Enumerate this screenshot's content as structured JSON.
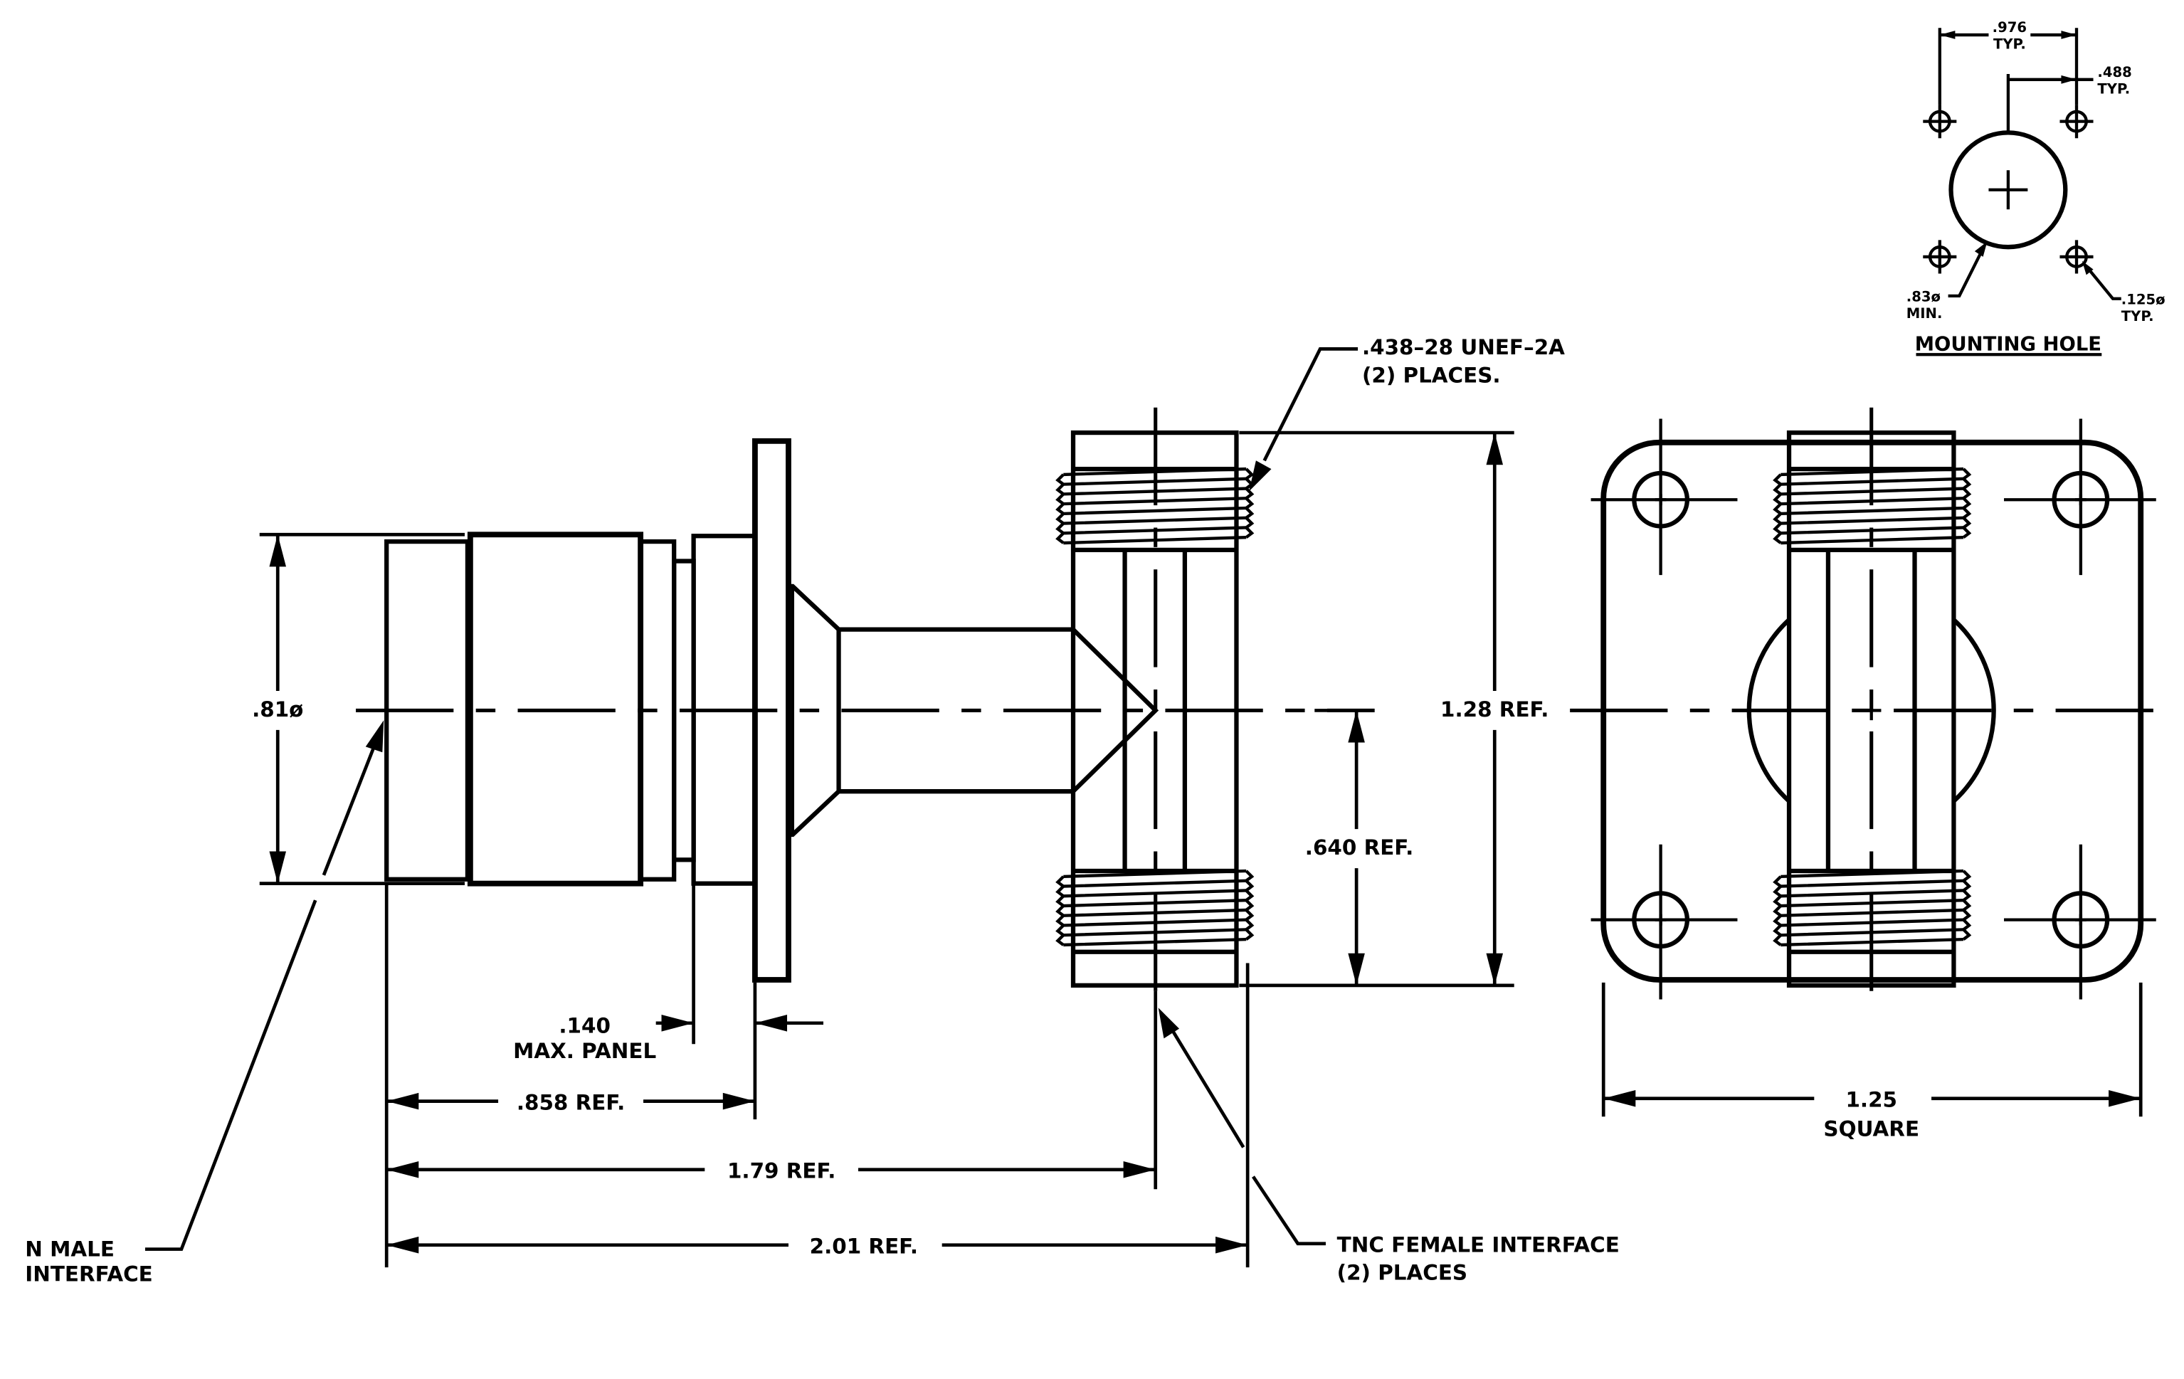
{
  "labels": {
    "thread_spec_line1": ".438–28 UNEF–2A",
    "thread_spec_line2": "(2) PLACES.",
    "outer_dia": ".81ø",
    "overall_height": "1.28 REF.",
    "half_height": ".640 REF.",
    "panel_line1": ".140",
    "panel_line2": "MAX. PANEL",
    "dim_858": ".858 REF.",
    "dim_179": "1.79 REF.",
    "dim_201": "2.01 REF.",
    "n_male_line1": "N MALE",
    "n_male_line2": "INTERFACE",
    "tnc_line1": "TNC FEMALE INTERFACE",
    "tnc_line2": "(2) PLACES",
    "square_line1": "1.25",
    "square_line2": "SQUARE"
  },
  "mounting_hole": {
    "title": "MOUNTING HOLE",
    "dim_976_line1": ".976",
    "dim_976_line2": "TYP.",
    "dim_488_line1": ".488",
    "dim_488_line2": "TYP.",
    "bore_line1": ".83ø",
    "bore_line2": "MIN.",
    "hole_line1": ".125ø",
    "hole_line2": "TYP."
  }
}
